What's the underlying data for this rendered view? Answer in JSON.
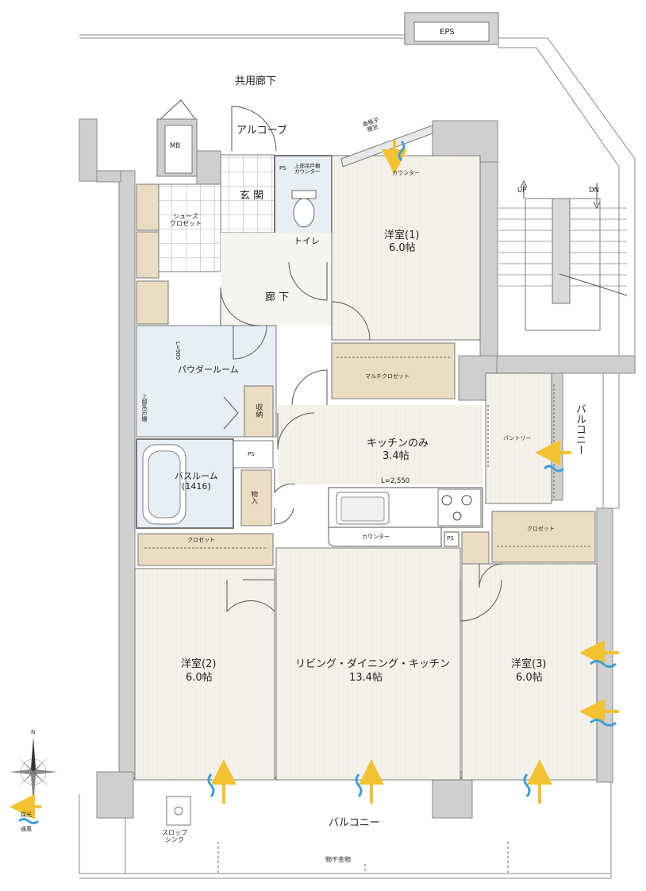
{
  "labels": {
    "eps": "EPS",
    "common_corridor": "共用廊下",
    "alcove": "アルコーブ",
    "mb": "MB",
    "lattice_window": "面格子\n腰窓",
    "counter_top": "カウンター",
    "ps_toilet": "PS",
    "upper_cabinet_counter": "上部吊戸棚\nカウンター",
    "entrance": "玄 関",
    "toilet": "トイレ",
    "shoe_closet": "シューズ\nクロゼット",
    "western1_name": "洋室(1)",
    "western1_size": "6.0帖",
    "corridor": "廊 下",
    "up": "UP",
    "dn": "DN",
    "powder_room": "パウダールーム",
    "l900": "L=900",
    "multi_closet": "マルチクロゼット",
    "storage": "収納",
    "upper_cabinet": "上部吊戸棚",
    "balcony_side": "バルコニー",
    "pantry": "パントリー",
    "kitchen_name": "キッチンのみ",
    "kitchen_size": "3.4帖",
    "ps_bath": "PS",
    "bathroom": "バスルーム\n(1416)",
    "mono_storage": "物入",
    "l2550": "L=2,550",
    "counter_kitchen": "カウンター",
    "ps_kitchen": "PS",
    "closet_left": "クロゼット",
    "closet_right": "クロゼット",
    "western2_name": "洋室(2)",
    "western2_size": "6.0帖",
    "ldk_name": "リビング・ダイニング・キッチン",
    "ldk_size": "13.4帖",
    "western3_name": "洋室(3)",
    "western3_size": "6.0帖",
    "north": "N",
    "legend_light": "採光",
    "legend_wind": "通風",
    "slop_sink": "スロップ\nシンク",
    "balcony": "バルコニー",
    "drying_hardware": "物干金物"
  },
  "colors": {
    "wall": "#cfcfcf",
    "wall_line": "#777777",
    "floor": "#f3f0ea",
    "wet_area": "#e8eef6",
    "storage": "#e9dcc2",
    "light_arrow": "#f2c230",
    "wind_wave": "#3ea0d8",
    "door_line": "#555555"
  }
}
